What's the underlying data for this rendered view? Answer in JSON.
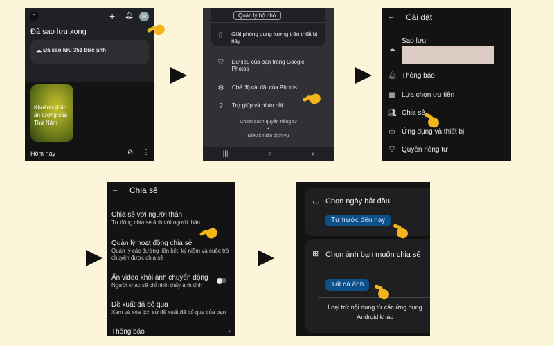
{
  "step1": {
    "status_title": "Đã sao lưu xong",
    "backup_text": "Đã sao lưu 351 bức ảnh",
    "avatar_letter": "M",
    "memory_caption": "Khoảnh khắc ấn tượng của Thứ Năm",
    "section_label": "Hôm nay"
  },
  "step2": {
    "manage_storage": "Quản lý bộ nhớ",
    "free_up": "Giải phóng dung lượng trên thiết bị này",
    "your_data": "Dữ liệu của bạn trong Google Photos",
    "settings": "Chế độ cài đặt của Photos",
    "help": "Trợ giúp và phản hồi",
    "privacy_policy": "Chính sách quyền riêng tư",
    "dot": "•",
    "terms": "Điều khoản dịch vụ"
  },
  "step3": {
    "title": "Cài đặt",
    "items": [
      "Sao lưu",
      "Thông báo",
      "Lựa chọn ưu tiên",
      "Chia sẻ",
      "Ứng dụng và thiết bị",
      "Quyền riêng tư"
    ]
  },
  "step4": {
    "title": "Chia sẻ",
    "items": [
      {
        "title": "Chia sẻ với người thân",
        "sub": "Tự động chia sẻ ảnh với người thân"
      },
      {
        "title": "Quản lý hoạt động chia sẻ",
        "sub": "Quản lý các đường liên kết, kỷ niệm và cuộc trò chuyện được chia sẻ"
      },
      {
        "title": "Ẩn video khỏi ảnh chuyển động",
        "sub": "Người khác sẽ chỉ nhìn thấy ảnh tĩnh"
      },
      {
        "title": "Đề xuất đã bỏ qua",
        "sub": "Xem và xóa lịch sử đề xuất đã bỏ qua của bạn"
      },
      {
        "title": "Thông báo",
        "sub": ""
      }
    ],
    "toggle_on": false
  },
  "step5": {
    "start_date_title": "Chọn ngày bắt đầu",
    "start_date_value": "Từ trước đến nay",
    "photos_title": "Chọn ảnh bạn muốn chia sẻ",
    "photos_value": "Tất cả ảnh",
    "exclude": "Loại trừ nội dung từ các ứng dụng Android khác"
  },
  "colors": {
    "background": "#fcf5d9",
    "accent_pill": "#0b5088",
    "hand": "#f2b51c"
  }
}
